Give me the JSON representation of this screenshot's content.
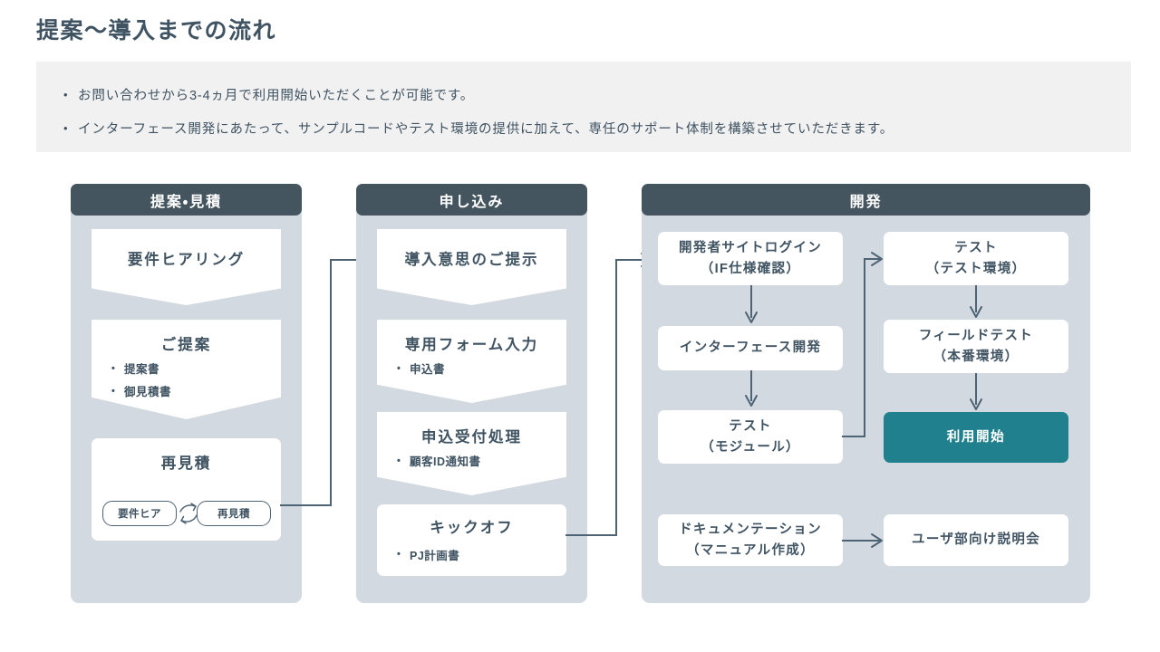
{
  "page": {
    "title": "提案〜導入までの流れ",
    "title_color": "#3f5362",
    "banner_bg": "#f1f1f1",
    "panel_bg": "#d3d9e0",
    "header_bg": "#44555f",
    "accent_teal": "#21808d",
    "bullet_glyph": "•"
  },
  "notes": [
    {
      "bullet": "•",
      "text": "お問い合わせから3-4ヵ月で利用開始いただくことが可能です。"
    },
    {
      "bullet": "•",
      "text": "インターフェース開発にあたって、サンプルコードやテスト環境の提供に加えて、専任のサポート体制を構築させていただきます。"
    }
  ],
  "columns": [
    {
      "id": "proposal",
      "header": "提案・見積",
      "cards": [
        {
          "id": "requirements-hearing",
          "title": "要件ヒアリング",
          "items": []
        },
        {
          "id": "proposal-card",
          "title": "ご提案",
          "items": [
            "提案書",
            "御見積書"
          ]
        },
        {
          "id": "re-estimate",
          "title": "再見積",
          "items": []
        }
      ],
      "loop": {
        "left_pill": "要件ヒア",
        "right_pill": "再見積"
      }
    },
    {
      "id": "application",
      "header": "申し込み",
      "cards": [
        {
          "id": "intent-presentation",
          "title": "導入意思のご提示",
          "items": []
        },
        {
          "id": "dedicated-form-entry",
          "title": "専用フォーム入力",
          "items": [
            "申込書"
          ]
        },
        {
          "id": "application-processing",
          "title": "申込受付処理",
          "items": [
            "顧客ID通知書"
          ]
        },
        {
          "id": "kickoff",
          "title": "キックオフ",
          "items": [
            "PJ計画書"
          ]
        }
      ]
    },
    {
      "id": "development",
      "header": "開発",
      "left_boxes": [
        {
          "id": "developer-site-login",
          "lines": [
            "開発者サイトログイン",
            "（IF仕様確認）"
          ]
        },
        {
          "id": "interface-development",
          "lines": [
            "インターフェース開発"
          ]
        },
        {
          "id": "test-module",
          "lines": [
            "テスト",
            "（モジュール）"
          ]
        },
        {
          "id": "documentation",
          "lines": [
            "ドキュメンテーション",
            "（マニュアル作成）"
          ]
        }
      ],
      "right_boxes": [
        {
          "id": "test-environment",
          "lines": [
            "テスト",
            "（テスト環境）"
          ],
          "teal": false
        },
        {
          "id": "field-test",
          "lines": [
            "フィールドテスト",
            "（本番環境）"
          ],
          "teal": false
        },
        {
          "id": "service-start",
          "lines": [
            "利用開始"
          ],
          "teal": true
        },
        {
          "id": "user-briefing",
          "lines": [
            "ユーザ部向け説明会"
          ],
          "teal": false
        }
      ]
    }
  ]
}
